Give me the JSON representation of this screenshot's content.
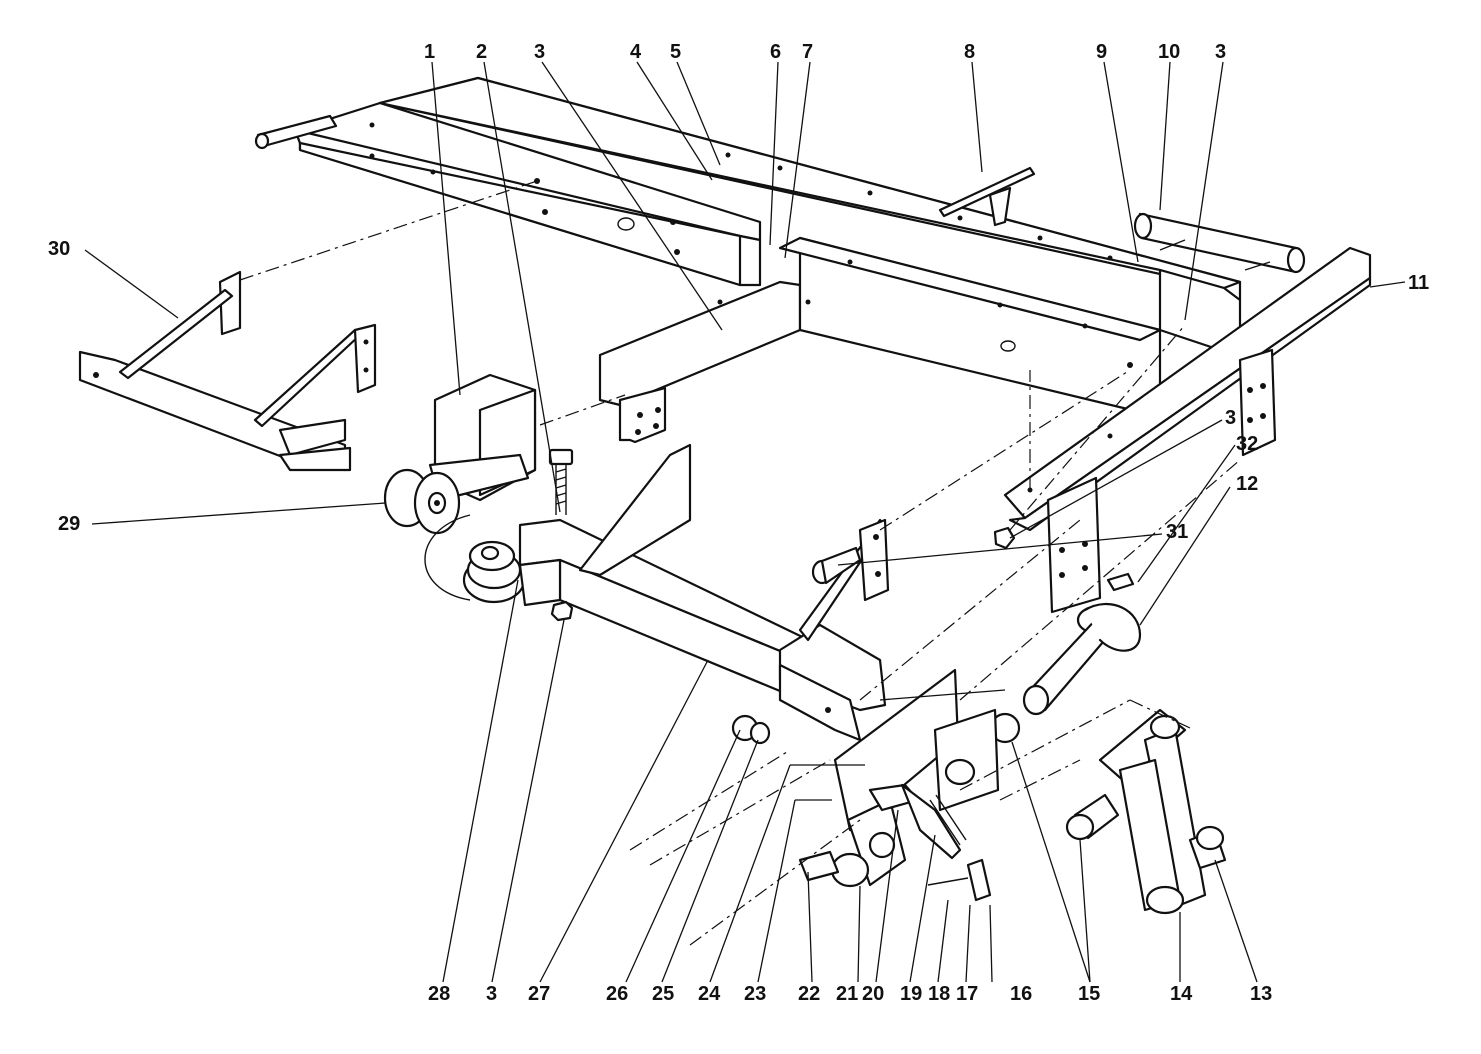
{
  "colors": {
    "line": "#111111",
    "background": "#ffffff"
  },
  "callouts": [
    {
      "id": "c1",
      "text": "1"
    },
    {
      "id": "c2",
      "text": "2"
    },
    {
      "id": "c3a",
      "text": "3"
    },
    {
      "id": "c4",
      "text": "4"
    },
    {
      "id": "c5",
      "text": "5"
    },
    {
      "id": "c6",
      "text": "6"
    },
    {
      "id": "c7",
      "text": "7"
    },
    {
      "id": "c8",
      "text": "8"
    },
    {
      "id": "c9",
      "text": "9"
    },
    {
      "id": "c10",
      "text": "10"
    },
    {
      "id": "c3b",
      "text": "3"
    },
    {
      "id": "c11",
      "text": "11"
    },
    {
      "id": "c3c",
      "text": "3"
    },
    {
      "id": "c32",
      "text": "32"
    },
    {
      "id": "c12",
      "text": "12"
    },
    {
      "id": "c31",
      "text": "31"
    },
    {
      "id": "c30",
      "text": "30"
    },
    {
      "id": "c29",
      "text": "29"
    },
    {
      "id": "c28",
      "text": "28"
    },
    {
      "id": "c3d",
      "text": "3"
    },
    {
      "id": "c27",
      "text": "27"
    },
    {
      "id": "c26",
      "text": "26"
    },
    {
      "id": "c25",
      "text": "25"
    },
    {
      "id": "c24",
      "text": "24"
    },
    {
      "id": "c23",
      "text": "23"
    },
    {
      "id": "c22",
      "text": "22"
    },
    {
      "id": "c21",
      "text": "21"
    },
    {
      "id": "c20",
      "text": "20"
    },
    {
      "id": "c19",
      "text": "19"
    },
    {
      "id": "c18",
      "text": "18"
    },
    {
      "id": "c17",
      "text": "17"
    },
    {
      "id": "c16",
      "text": "16"
    },
    {
      "id": "c15",
      "text": "15"
    },
    {
      "id": "c14",
      "text": "14"
    },
    {
      "id": "c13",
      "text": "13"
    }
  ]
}
